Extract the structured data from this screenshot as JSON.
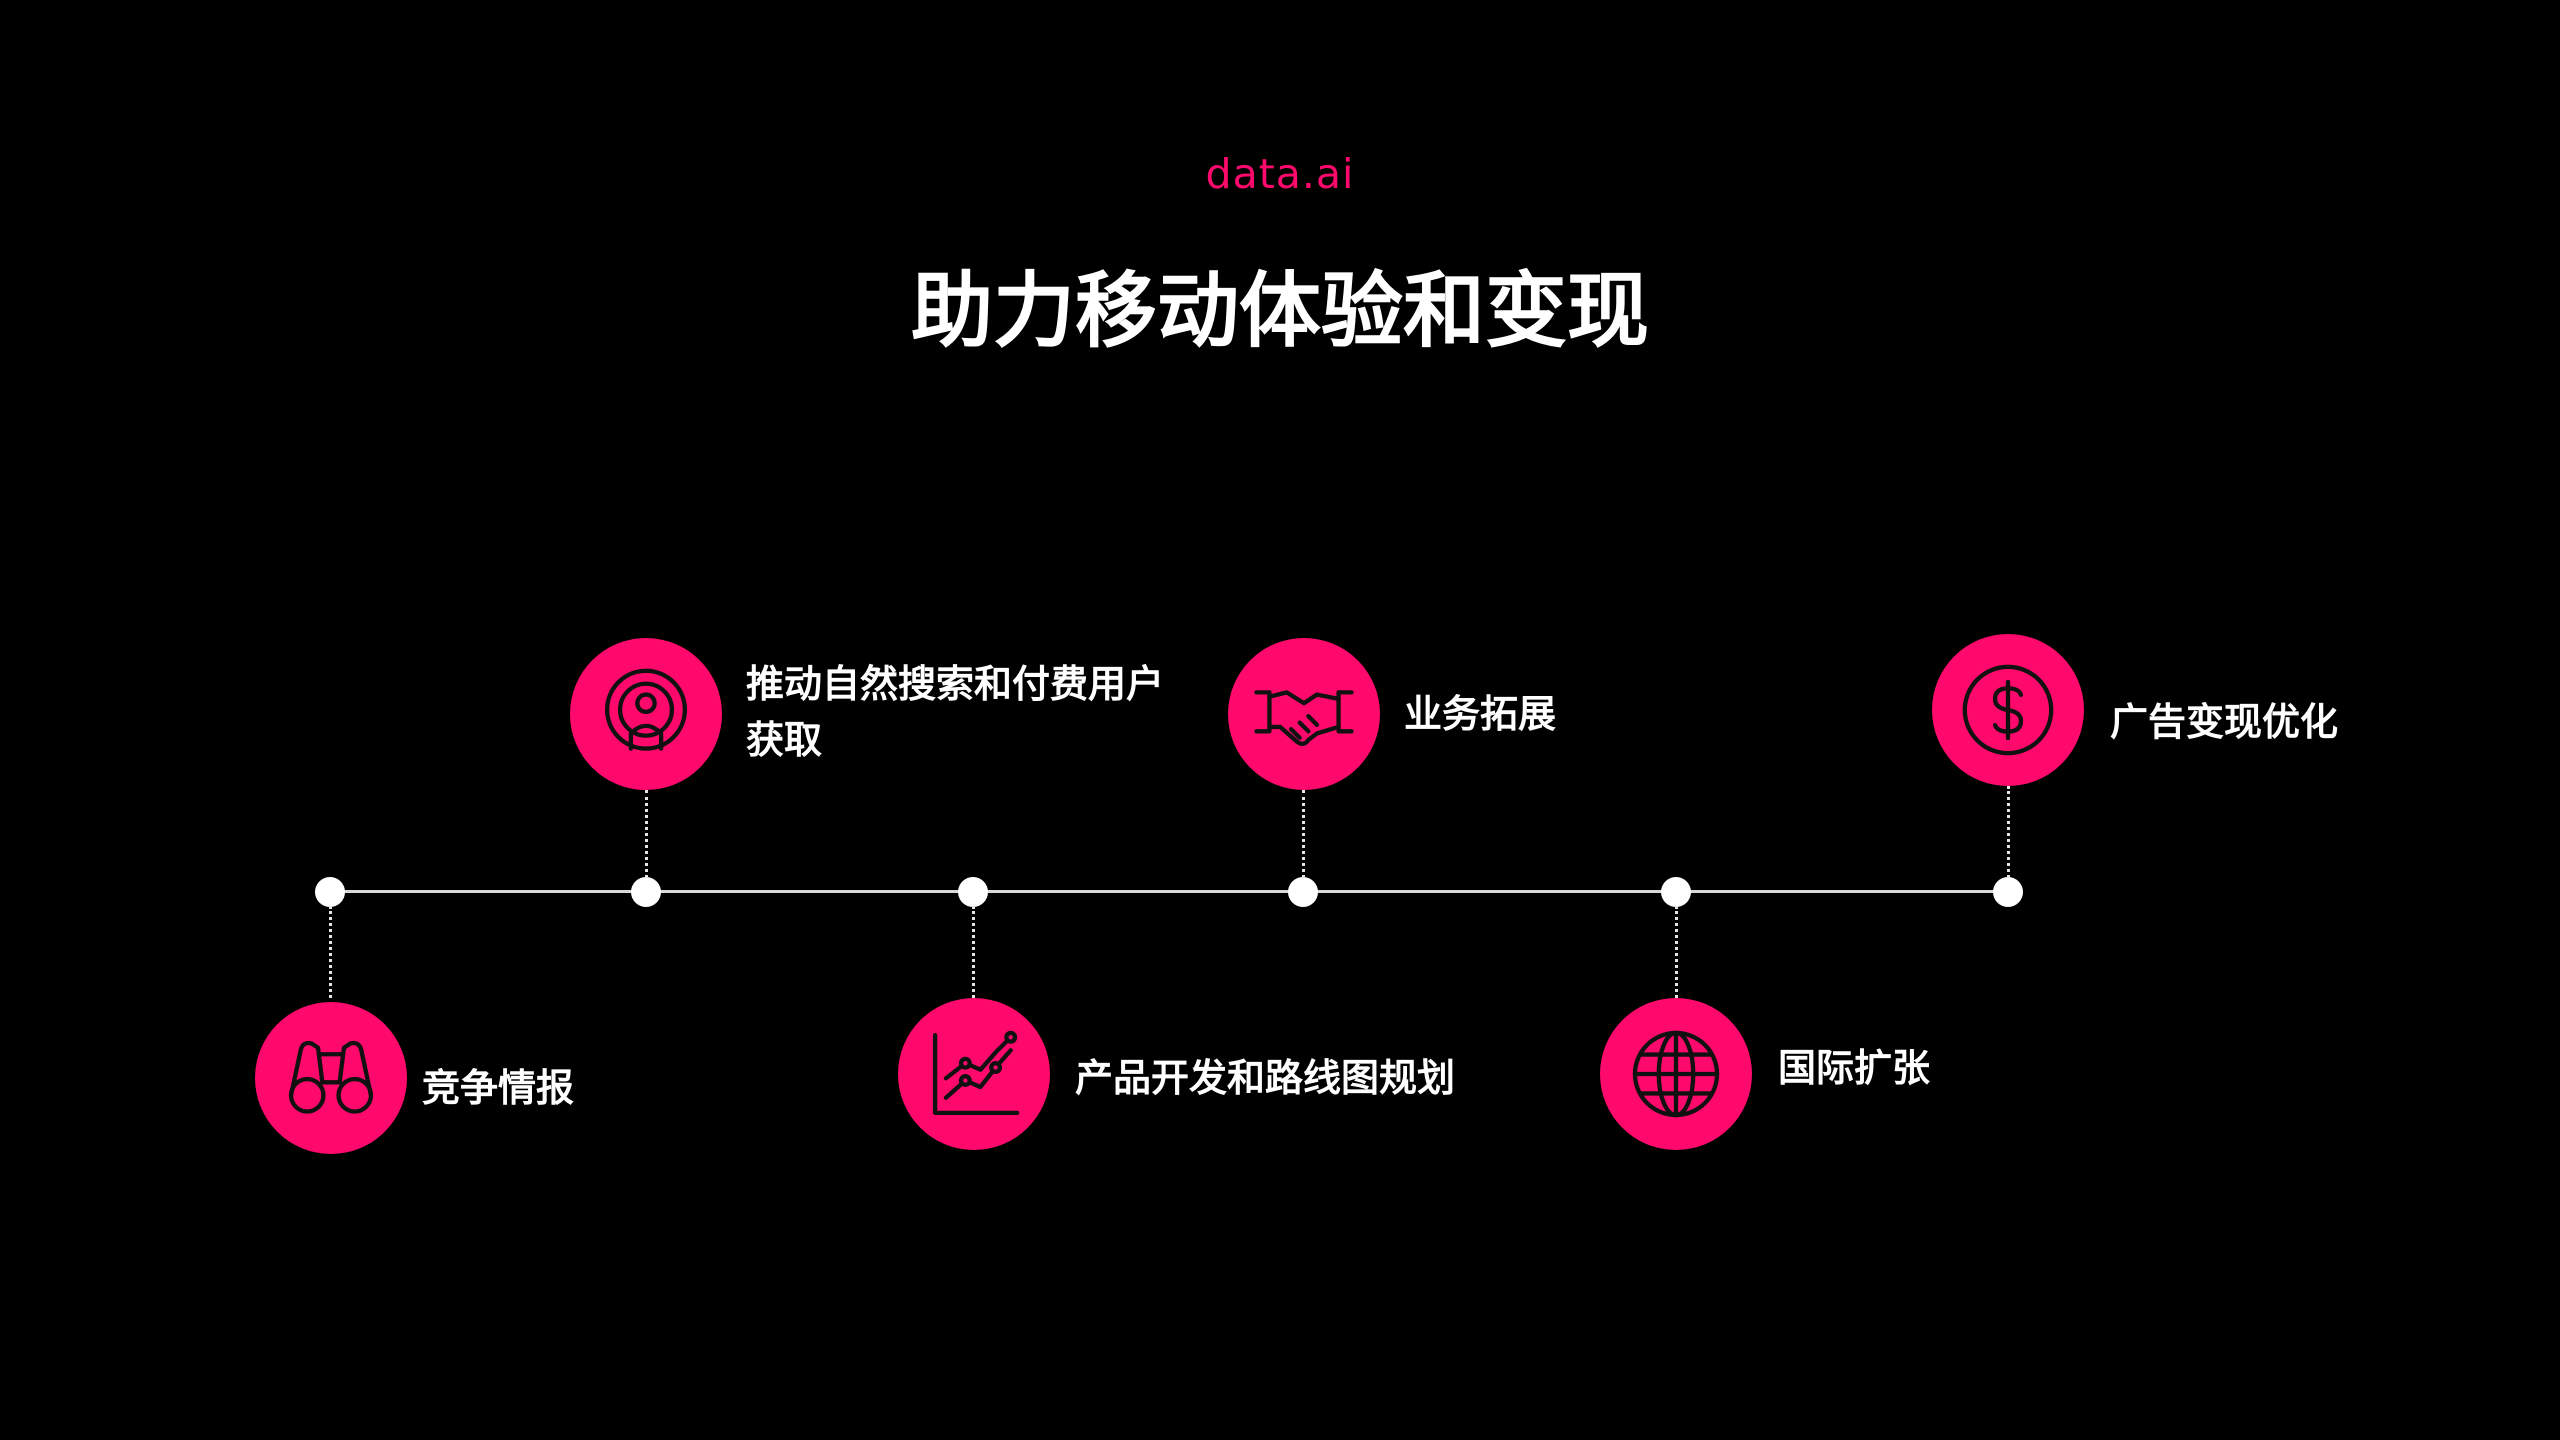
{
  "brand": "data.ai",
  "title": "助力移动体验和变现",
  "colors": {
    "accent": "#ff0a6c",
    "background": "#000000",
    "text": "#ffffff"
  },
  "milestones": [
    {
      "label": "竞争情报",
      "icon": "binoculars-icon",
      "position": "below"
    },
    {
      "label_line1": "推动自然搜索和付费用户",
      "label_line2": "获取",
      "icon": "broadcast-user-icon",
      "position": "above"
    },
    {
      "label": "产品开发和路线图规划",
      "icon": "line-chart-icon",
      "position": "below"
    },
    {
      "label": "业务拓展",
      "icon": "handshake-icon",
      "position": "above"
    },
    {
      "label": "国际扩张",
      "icon": "globe-icon",
      "position": "below"
    },
    {
      "label": "广告变现优化",
      "icon": "dollar-icon",
      "position": "above"
    }
  ]
}
